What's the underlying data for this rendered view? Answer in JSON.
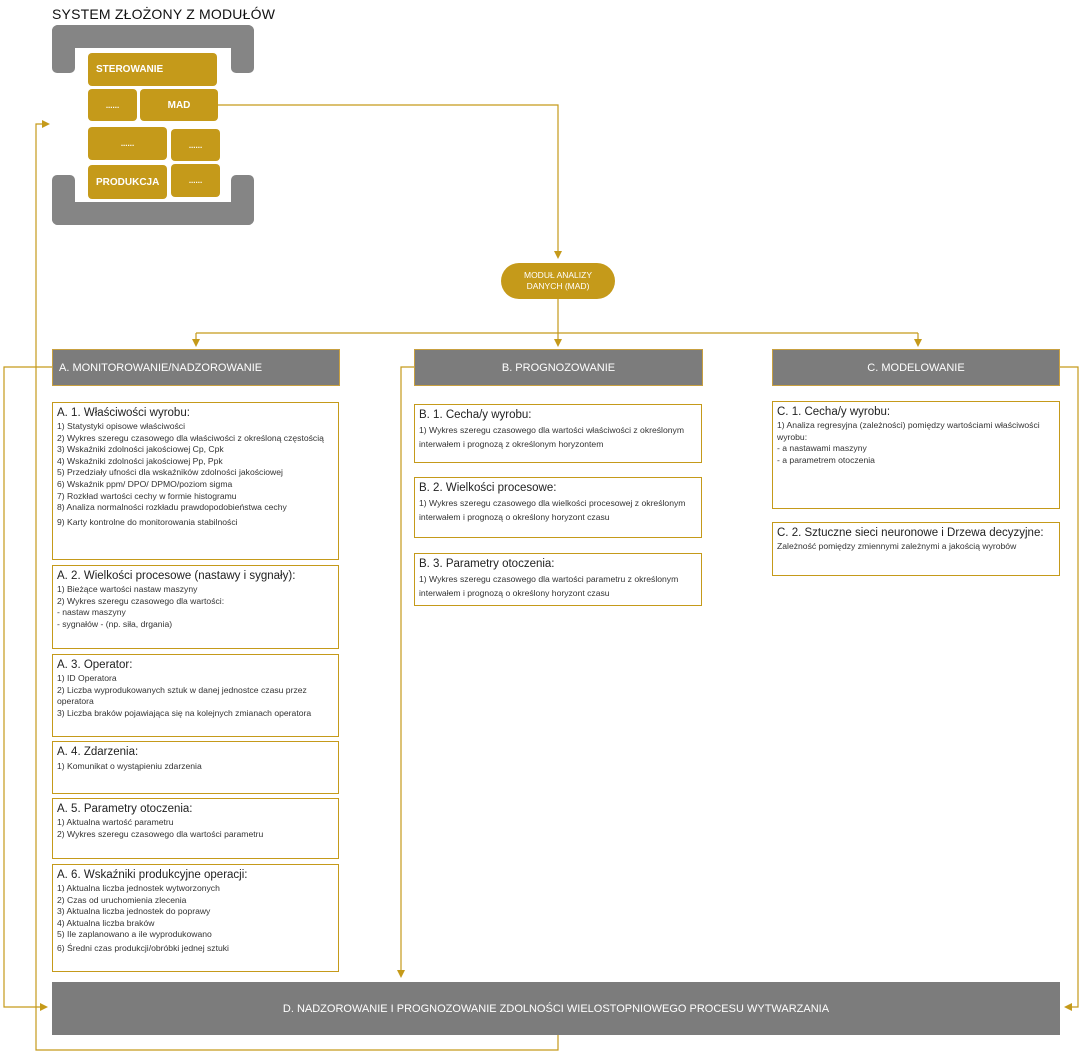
{
  "system": {
    "title": "SYSTEM ZŁOŻONY Z MODUŁÓW",
    "bricks": {
      "sterowanie": "STEROWANIE",
      "dots_a": "......",
      "mad": "MAD",
      "dots_b": "......",
      "dots_c": "......",
      "produkcja": "PRODUKCJA",
      "dots_d": "......"
    }
  },
  "mad_module": {
    "line1": "MODUŁ ANALIZY",
    "line2": "DANYCH (MAD)"
  },
  "columns": {
    "a": {
      "header": "A. MONITOROWANIE/NADZOROWANIE",
      "cards": [
        {
          "title": "A. 1. Właściwości wyrobu:",
          "items": [
            "1) Statystyki opisowe właściwości",
            "2) Wykres szeregu czasowego dla właściwości z określoną częstością",
            "3) Wskaźniki zdolności jakościowej Cp, Cpk",
            "4) Wskaźniki zdolności jakościowej Pp, Ppk",
            "5) Przedziały ufności dla wskaźników zdolności jakościowej",
            "6) Wskaźnik ppm/ DPO/ DPMO/poziom sigma",
            "7) Rozkład wartości cechy w formie histogramu",
            "8) Analiza normalności rozkładu prawdopodobieństwa cechy",
            "9) Karty kontrolne do monitorowania stabilności"
          ]
        },
        {
          "title": "A. 2. Wielkości procesowe (nastawy i sygnały):",
          "items": [
            "1) Bieżące wartości nastaw maszyny",
            "2) Wykres szeregu czasowego dla wartości:",
            "- nastaw maszyny",
            "- sygnałów - (np. siła, drgania)"
          ]
        },
        {
          "title": "A. 3. Operator:",
          "items": [
            "1) ID Operatora",
            "2) Liczba wyprodukowanych sztuk w danej jednostce czasu przez operatora",
            "3) Liczba braków pojawiająca się na kolejnych zmianach operatora"
          ]
        },
        {
          "title": "A. 4. Zdarzenia:",
          "items": [
            "1) Komunikat o wystąpieniu zdarzenia"
          ]
        },
        {
          "title": "A. 5. Parametry otoczenia:",
          "items": [
            "1) Aktualna wartość parametru",
            "2) Wykres szeregu czasowego dla wartości parametru"
          ]
        },
        {
          "title": "A. 6. Wskaźniki produkcyjne operacji:",
          "items": [
            "1) Aktualna liczba jednostek wytworzonych",
            "2) Czas od uruchomienia zlecenia",
            "3) Aktualna liczba jednostek do poprawy",
            "4) Aktualna liczba braków",
            "5) Ile zaplanowano a ile wyprodukowano",
            "6) Średni czas produkcji/obróbki jednej sztuki"
          ]
        }
      ]
    },
    "b": {
      "header": "B. PROGNOZOWANIE",
      "cards": [
        {
          "title": "B. 1. Cecha/y wyrobu:",
          "items": [
            "1) Wykres szeregu czasowego dla wartości właściwości z określonym interwałem i prognozą z określonym horyzontem"
          ]
        },
        {
          "title": "B. 2. Wielkości procesowe:",
          "items": [
            "1) Wykres szeregu czasowego dla wielkości procesowej z określonym interwałem i prognozą o określony horyzont czasu"
          ]
        },
        {
          "title": "B. 3. Parametry otoczenia:",
          "items": [
            "1) Wykres szeregu czasowego dla wartości parametru z określonym interwałem i prognozą o określony horyzont czasu"
          ]
        }
      ]
    },
    "c": {
      "header": "C. MODELOWANIE",
      "cards": [
        {
          "title": "C. 1. Cecha/y wyrobu:",
          "items": [
            "1) Analiza regresyjna (zależności) pomiędzy wartościami właściwości wyrobu:",
            "- a nastawami maszyny",
            "- a parametrem otoczenia"
          ]
        },
        {
          "title": "C. 2. Sztuczne sieci neuronowe i Drzewa decyzyjne:",
          "items": [
            "Zależność pomiędzy zmiennymi zależnymi a jakością wyrobów"
          ]
        }
      ]
    }
  },
  "bottom": "D. NADZOROWANIE I PROGNOZOWANIE ZDOLNOŚCI WIELOSTOPNIOWEGO PROCESU WYTWARZANIA",
  "colors": {
    "gold": "#c59a1a",
    "gray": "#7c7c7c",
    "bracket": "#858585",
    "line": "#c59a1a"
  }
}
